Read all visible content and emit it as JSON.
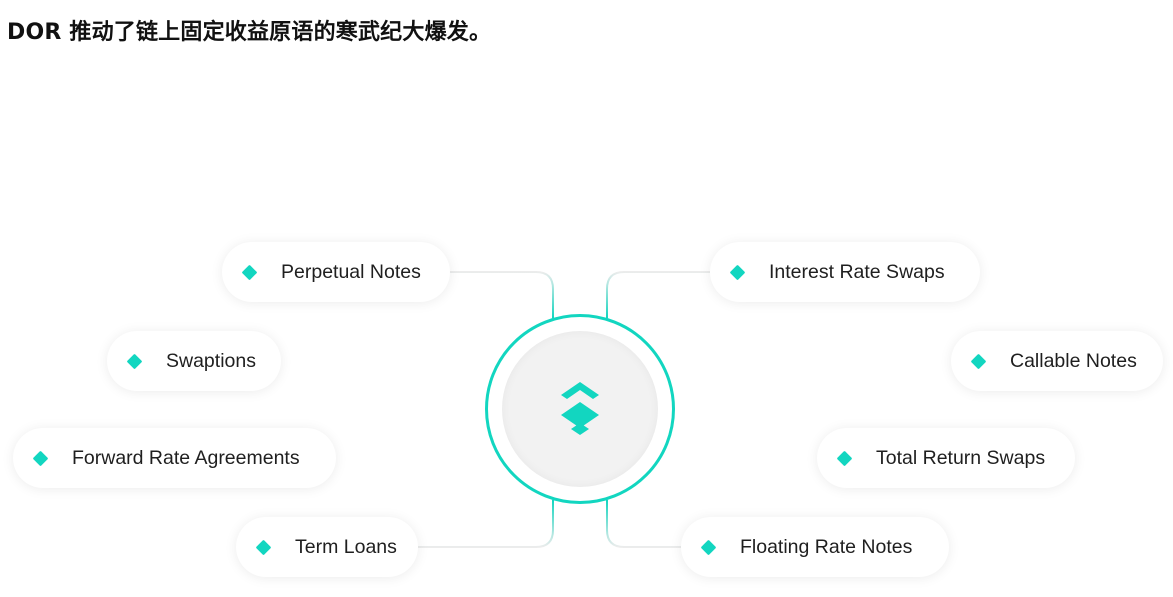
{
  "heading": "DOR 推动了链上固定收益原语的寒武纪大爆发。",
  "colors": {
    "accent": "#12d6c0",
    "connector": "#e6e6e6",
    "hub_inner": "#f2f2f2",
    "text": "#1f1f1f"
  },
  "hub": {
    "icon": "stacked-chevron-logo-icon"
  },
  "primitives": {
    "left": [
      {
        "label": "Perpetual Notes"
      },
      {
        "label": "Swaptions"
      },
      {
        "label": "Forward Rate Agreements"
      },
      {
        "label": "Term Loans"
      }
    ],
    "right": [
      {
        "label": "Interest Rate Swaps"
      },
      {
        "label": "Callable Notes"
      },
      {
        "label": "Total Return Swaps"
      },
      {
        "label": "Floating Rate Notes"
      }
    ]
  }
}
